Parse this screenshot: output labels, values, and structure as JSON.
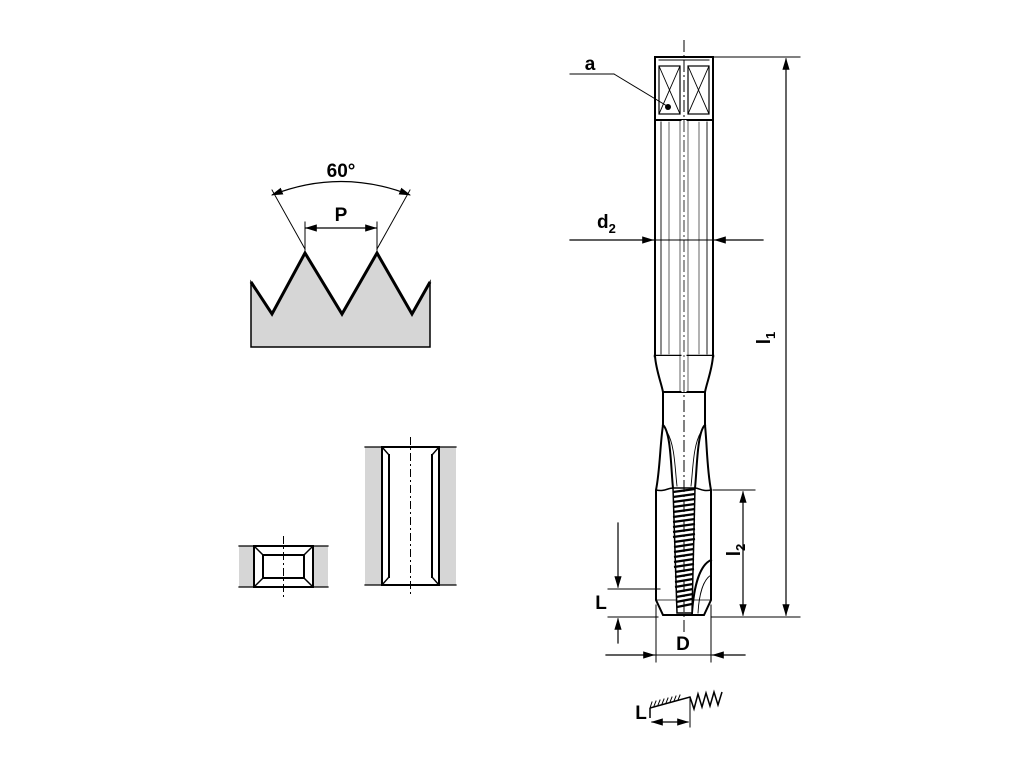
{
  "labels": {
    "angle": "60°",
    "pitch": "P",
    "a": "a",
    "d2_base": "d",
    "d2_sub": "2",
    "l1_base": "l",
    "l1_sub": "1",
    "l2_base": "l",
    "l2_sub": "2",
    "L_chamfer": "L",
    "D": "D",
    "L_detail": "L"
  },
  "colors": {
    "hatch": "#d6d6d6",
    "stroke": "#000000"
  }
}
